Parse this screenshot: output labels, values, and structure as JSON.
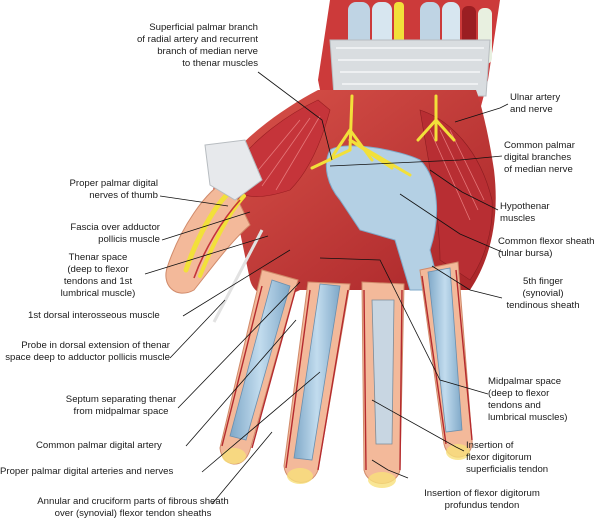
{
  "diagram": {
    "labels": {
      "superficial_palmar_branch": "Superficial palmar branch\nof radial artery and recurrent\nbranch of median nerve\nto thenar muscles",
      "ulnar_artery_nerve": "Ulnar artery\nand nerve",
      "common_palmar_digital_branches": "Common palmar\ndigital branches\nof median nerve",
      "proper_palmar_digital_thumb": "Proper palmar digital\nnerves of thumb",
      "hypothenar_muscles": "Hypothenar\nmuscles",
      "fascia_adductor": "Fascia over adductor\npollicis muscle",
      "common_flexor_sheath": "Common flexor sheath\n(ulnar bursa)",
      "thenar_space": "Thenar space\n(deep to flexor\ntendons and 1st\nlumbrical muscle)",
      "fifth_finger_sheath": "5th finger\n(synovial)\ntendinous sheath",
      "first_dorsal_interosseous": "1st dorsal interosseous muscle",
      "probe_dorsal": "Probe in dorsal extension of thenar\nspace deep to adductor pollicis muscle",
      "midpalmar_space": "Midpalmar space\n(deep to flexor\ntendons and\nlumbrical muscles)",
      "septum": "Septum separating thenar\nfrom midpalmar space",
      "common_palmar_digital_artery": "Common palmar digital artery",
      "insertion_fds": "Insertion of\nflexor digitorum\nsuperficialis tendon",
      "proper_palmar_digital_arteries": "Proper palmar digital arteries and nerves",
      "insertion_fdp": "Insertion of flexor digitorum\nprofundus tendon",
      "annular_cruciform": "Annular and cruciform parts of fibrous sheath\nover (synovial) flexor tendon sheaths"
    },
    "colors": {
      "muscle": "#c8373a",
      "muscle_light": "#e07a6e",
      "sheath": "#a8c8e0",
      "nerve": "#f2e03a",
      "skin": "#f3b99a",
      "retinaculum": "#d9dde0",
      "leader": "#111111"
    }
  }
}
